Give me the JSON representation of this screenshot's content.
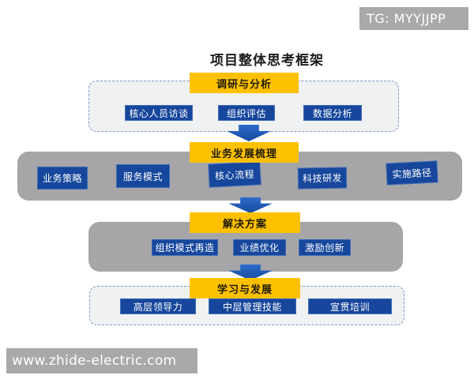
{
  "badge": {
    "label": "TG: MYYJJPP"
  },
  "title": "项目整体思考框架",
  "flow": {
    "stages": [
      {
        "header": "调研与分析",
        "items": [
          "核心人员访谈",
          "组织评估",
          "数据分析"
        ]
      },
      {
        "header": "业务发展梳理",
        "items": [
          "业务策略",
          "服务模式",
          "核心流程",
          "科技研发",
          "实施路径"
        ]
      },
      {
        "header": "解决方案",
        "items": [
          "组织模式再造",
          "业绩优化",
          "激励创新"
        ]
      },
      {
        "header": "学习与发展",
        "items": [
          "高层领导力",
          "中层管理技能",
          "宣贯培训"
        ]
      }
    ]
  },
  "footer": {
    "url": "www.zhide-electric.com"
  },
  "colors": {
    "header_yellow": "#fec101",
    "node_blue": "#17479c",
    "arrow_blue": "#1c56b4",
    "panel_gray": "#a6a6a9",
    "panel_light": "#eff1f3",
    "dashed_border": "#7e99c6",
    "watermark_gray": "#a9a9ab"
  }
}
